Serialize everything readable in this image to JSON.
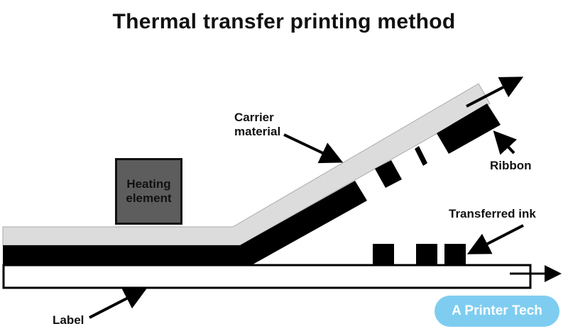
{
  "title": "Thermal transfer printing method",
  "labels": {
    "heating_element": [
      "Heating",
      "element"
    ],
    "carrier_material": [
      "Carrier",
      "material"
    ],
    "ribbon": "Ribbon",
    "transferred_ink": "Transferred ink",
    "label": "Label"
  },
  "logo": "A Printer Tech",
  "colors": {
    "carrier": "#dcdcdc",
    "ink": "#000000",
    "heating_element": "#5d5d5d",
    "logo_bg": "#7ecdf0"
  },
  "icons": [
    "arrow-icon"
  ]
}
